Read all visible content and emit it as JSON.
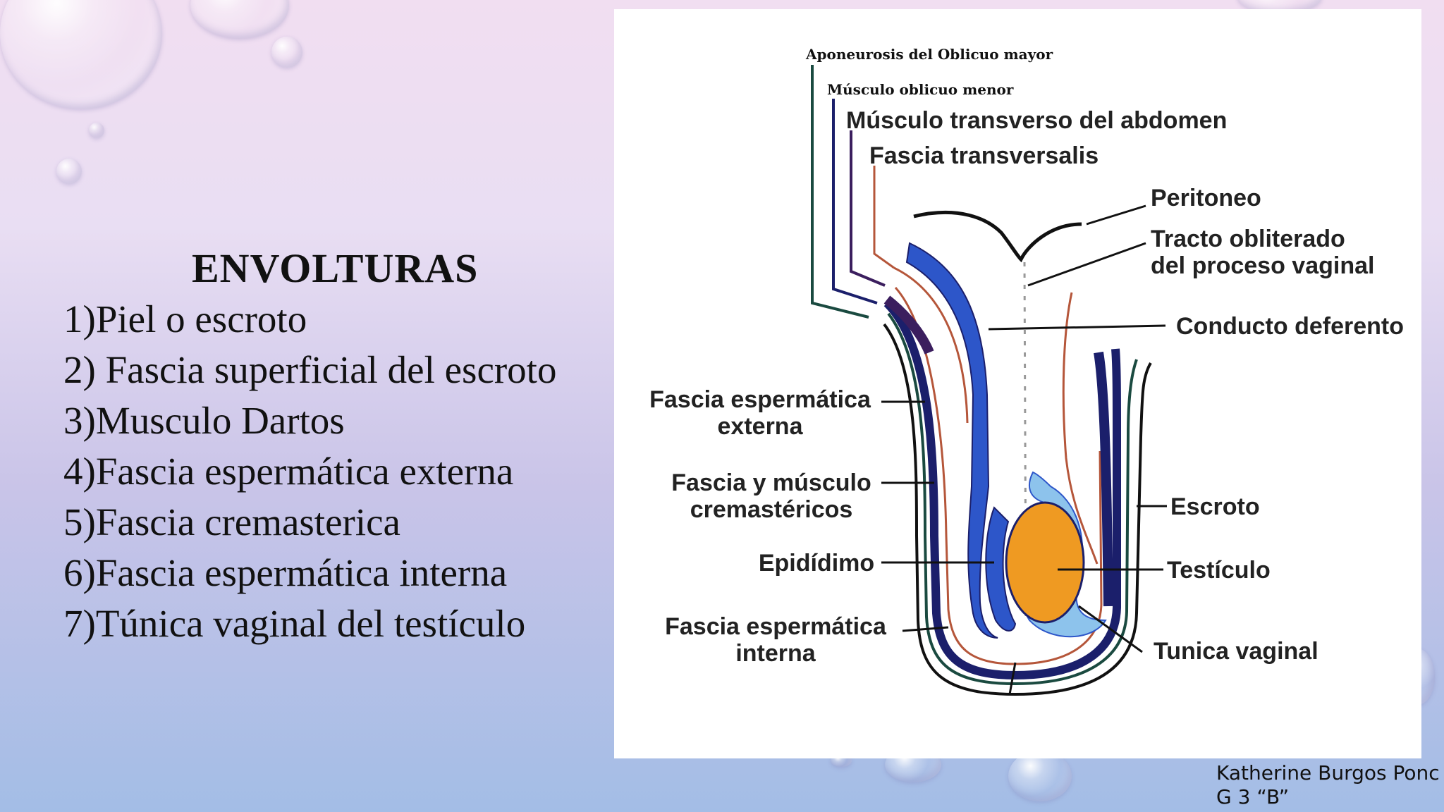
{
  "left_panel": {
    "heading": "ENVOLTURAS",
    "items": [
      "1)Piel o escroto",
      "2) Fascia superficial del escroto",
      "3)Musculo Dartos",
      "4)Fascia espermática externa",
      "5)Fascia cremasterica",
      "6)Fascia espermática interna",
      "7)Túnica vaginal del testículo"
    ]
  },
  "diagram": {
    "labels": {
      "aponeurosis": "Aponeurosis del Oblicuo mayor",
      "oblicuo_menor": "Músculo oblicuo menor",
      "transverso": "Músculo transverso del abdomen",
      "fascia_transversalis": "Fascia transversalis",
      "peritoneo": "Peritoneo",
      "tracto_1": "Tracto obliterado",
      "tracto_2": "del proceso vaginal",
      "conducto": "Conducto deferento",
      "fascia_externa_1": "Fascia espermática",
      "fascia_externa_2": "externa",
      "cremaster_1": "Fascia y músculo",
      "cremaster_2": "cremastéricos",
      "epididimo": "Epidídimo",
      "fascia_interna_1": "Fascia espermática",
      "fascia_interna_2": "interna",
      "escroto": "Escroto",
      "testiculo": "Testículo",
      "tunica": "Tunica vaginal"
    },
    "colors": {
      "dark_blue": "#1b1f6b",
      "blue": "#2d56c9",
      "light_blue": "#8dc3ec",
      "orange": "#ef9a22",
      "brown_line": "#b5563a",
      "purple": "#3b1e5e",
      "teal": "#1a4a40"
    }
  },
  "credit": {
    "line1": "Katherine Burgos Ponc",
    "line2": "G 3 “B”"
  }
}
